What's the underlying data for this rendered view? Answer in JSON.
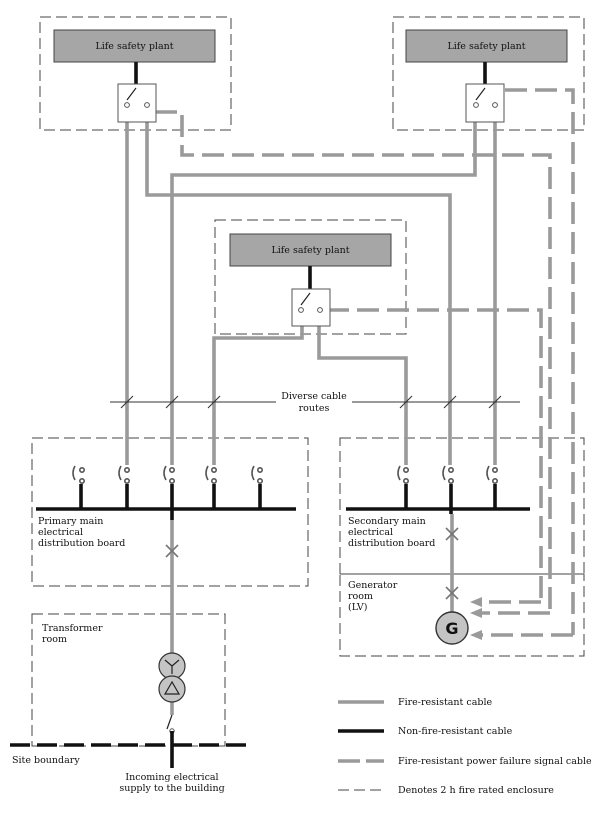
{
  "plants": [
    {
      "label": "Life safety plant"
    },
    {
      "label": "Life safety plant"
    },
    {
      "label": "Life safety plant"
    }
  ],
  "labels": {
    "diverse_routes": [
      "Diverse cable",
      "routes"
    ],
    "primary_board": [
      "Primary main",
      "electrical",
      "distribution board"
    ],
    "secondary_board": [
      "Secondary main",
      "electrical",
      "distribution board"
    ],
    "generator_room": [
      "Generator",
      "room",
      "(LV)"
    ],
    "transformer_room": [
      "Transformer",
      "room"
    ],
    "site_boundary": "Site boundary",
    "incoming_supply": [
      "Incoming electrical",
      "supply to the building"
    ],
    "generator_symbol": "G"
  },
  "legend": [
    {
      "style": "fire-resistant",
      "label": "Fire-resistant cable"
    },
    {
      "style": "non-fire-resistant",
      "label": "Non-fire-resistant cable"
    },
    {
      "style": "signal",
      "label": "Fire-resistant power failure signal cable"
    },
    {
      "style": "enclosure",
      "label": "Denotes 2 h fire rated enclosure"
    }
  ],
  "colors": {
    "fire_resistant": "#9a9a9a",
    "non_fire_resistant": "#111111",
    "plant_fill": "#a6a6a6",
    "generator_fill": "#c4c4c4"
  }
}
